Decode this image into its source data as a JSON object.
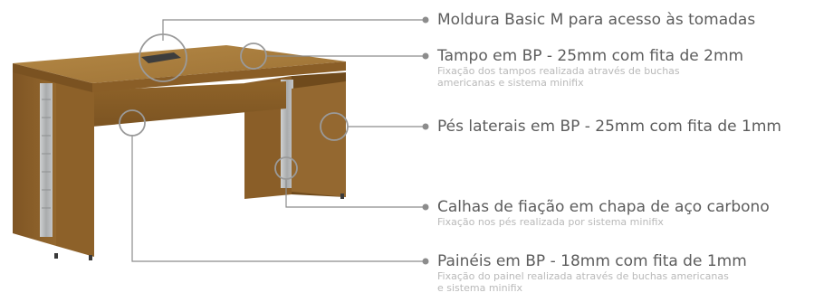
{
  "colors": {
    "leader_line": "#8c8c8c",
    "title_text": "#5c5c5c",
    "sub_text": "#b9b9b9",
    "wood_top": "#a67a3c",
    "wood_front": "#8a5f28",
    "metal": "#b5b7b8"
  },
  "callouts": [
    {
      "title": "Moldura Basic M para acesso às tomadas",
      "sub": ""
    },
    {
      "title": "Tampo em BP - 25mm com fita de 2mm",
      "sub": "Fixação dos tampos realizada através de buchas americanas e sistema minifix"
    },
    {
      "title": "Pés laterais em BP - 25mm com fita de 1mm",
      "sub": ""
    },
    {
      "title": "Calhas de fiação em chapa de aço carbono",
      "sub": "Fixação nos pés realizada por sistema minifix"
    },
    {
      "title": "Painéis em BP - 18mm com fita de 1mm",
      "sub": "Fixação do painel realizada através de buchas americanas e sistema minifix"
    }
  ]
}
